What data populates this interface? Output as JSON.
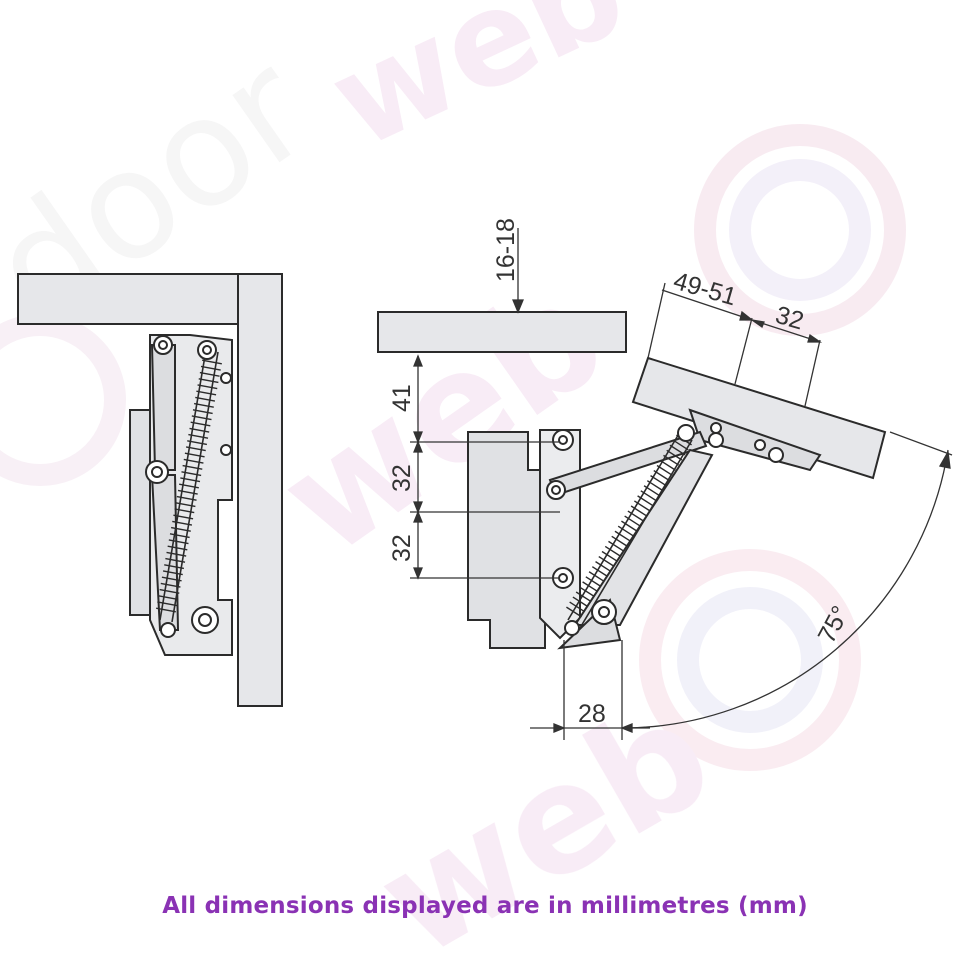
{
  "colors": {
    "panel_fill": "#e6e7ea",
    "outline": "#2b2b2b",
    "dimension_line": "#333333",
    "caption": "#8a32b4",
    "watermark": "#f2e6f4"
  },
  "watermark": {
    "text_door": "door",
    "text_web": "web"
  },
  "dimensions": {
    "panel_thickness": "16-18",
    "offset_top": "41",
    "hole_spacing_1": "32",
    "hole_spacing_2": "32",
    "lid_offset": "49-51",
    "lid_hole_spacing": "32",
    "base_offset": "28",
    "opening_angle": "75°"
  },
  "caption": "All dimensions displayed are in millimetres (mm)"
}
